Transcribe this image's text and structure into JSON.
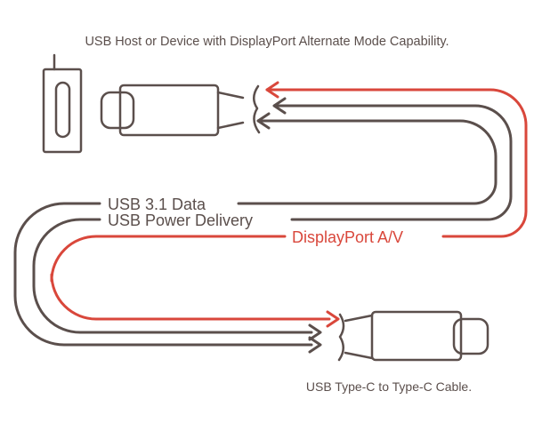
{
  "header": {
    "text": "USB Host or Device with DisplayPort Alternate Mode Capability."
  },
  "lines": {
    "data": "USB 3.1 Data",
    "power": "USB Power Delivery",
    "displayport": "DisplayPort A/V"
  },
  "footer": {
    "text": "USB Type-C to Type-C Cable."
  },
  "colors": {
    "stroke": "#5b4f4c",
    "accent": "#d9473b",
    "background": "#ffffff"
  },
  "icons": [
    "usb-c-port-icon",
    "usb-c-plug-icon",
    "arrow-icon"
  ]
}
